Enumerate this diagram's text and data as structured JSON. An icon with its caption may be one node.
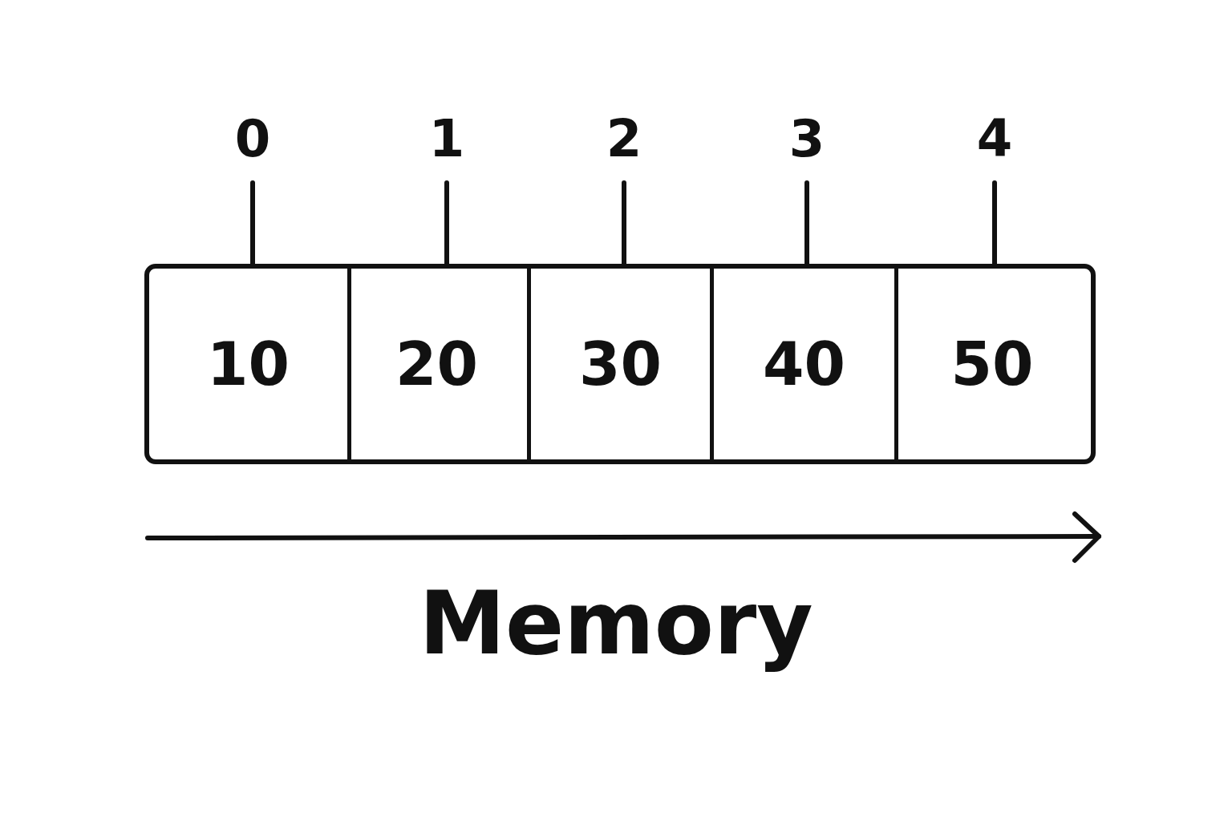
{
  "diagram": {
    "nodes": [
      {
        "text": [],
        "shape": "box"
      },
      {
        "text": [
          "10"
        ],
        "in": 0
      },
      {
        "text": [
          "20"
        ],
        "in": 0
      },
      {
        "text": [
          "30"
        ],
        "in": 0
      },
      {
        "text": [
          "40"
        ],
        "in": 0
      },
      {
        "text": [
          "50"
        ],
        "in": 0
      },
      {
        "text": [
          "0"
        ]
      },
      {
        "text": [
          "1"
        ]
      },
      {
        "text": [
          "2"
        ]
      },
      {
        "text": [
          "3"
        ]
      },
      {
        "text": [
          "4"
        ]
      }
    ],
    "edges": [
      {
        "from": 6,
        "to": 1,
        "arrow": "none"
      },
      {
        "from": 7,
        "to": 2,
        "arrow": "none"
      },
      {
        "from": 8,
        "to": 3,
        "arrow": "none"
      },
      {
        "from": 9,
        "to": 4,
        "arrow": "none"
      },
      {
        "from": 10,
        "to": 5,
        "arrow": "none"
      }
    ],
    "labels": [
      "Memory"
    ]
  }
}
